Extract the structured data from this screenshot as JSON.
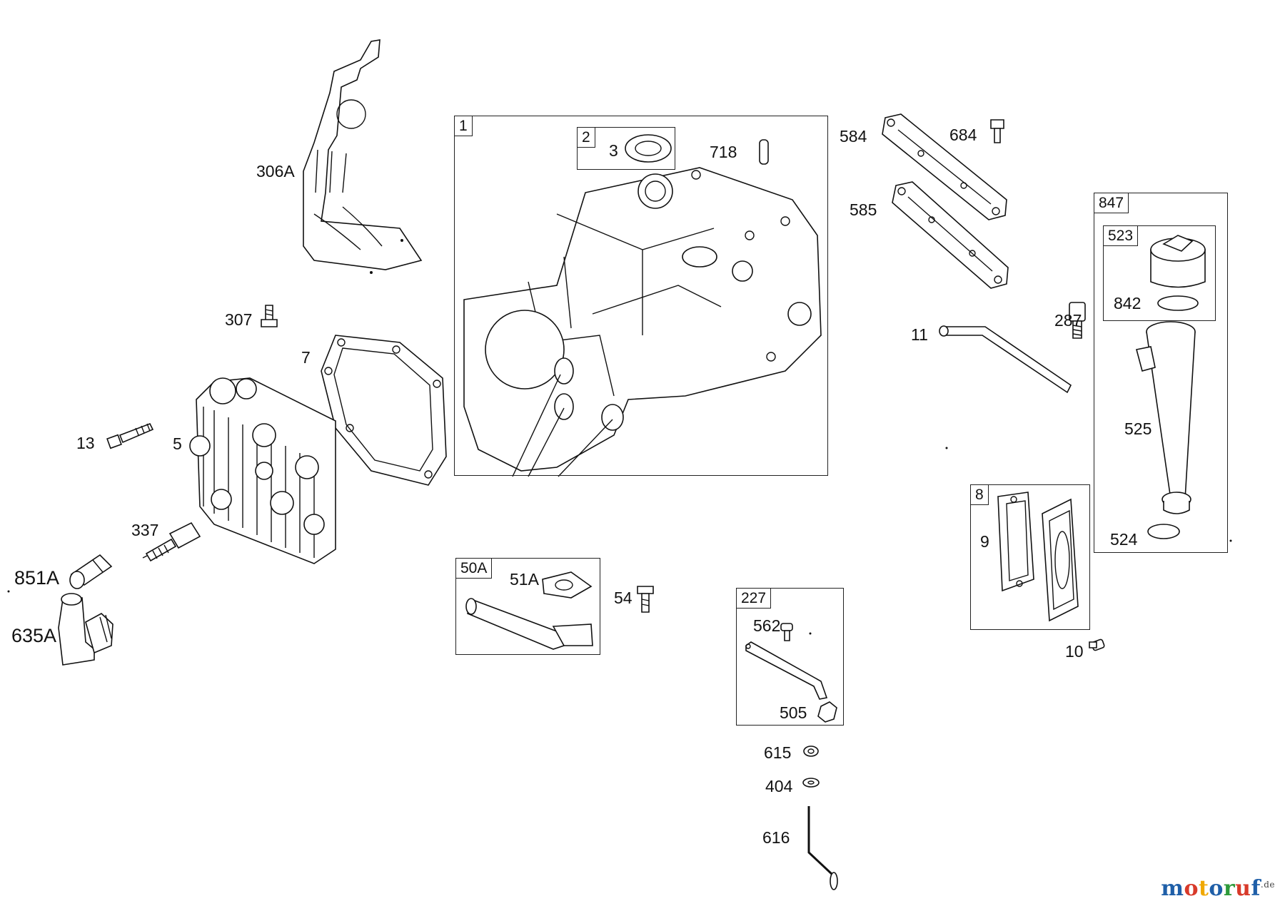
{
  "labels": {
    "l1": "1",
    "l2": "2",
    "l3": "3",
    "l718": "718",
    "l584": "584",
    "l684": "684",
    "l585": "585",
    "l306A": "306A",
    "l307": "307",
    "l7": "7",
    "l13": "13",
    "l5": "5",
    "l337": "337",
    "l851A": "851A",
    "l635A": "635A",
    "l50A": "50A",
    "l51A": "51A",
    "l54": "54",
    "l227": "227",
    "l562": "562",
    "l505": "505",
    "l615": "615",
    "l404": "404",
    "l616": "616",
    "l11": "11",
    "l287": "287",
    "l847": "847",
    "l523": "523",
    "l842": "842",
    "l525": "525",
    "l524": "524",
    "l8": "8",
    "l9": "9",
    "l10": "10"
  },
  "brand": {
    "name": "motoruf",
    "suffix": ".de",
    "colors": [
      "#1f5fa8",
      "#d83a2a",
      "#f0a800",
      "#1f5fa8",
      "#2e9a3a",
      "#d83a2a",
      "#1f5fa8"
    ]
  }
}
